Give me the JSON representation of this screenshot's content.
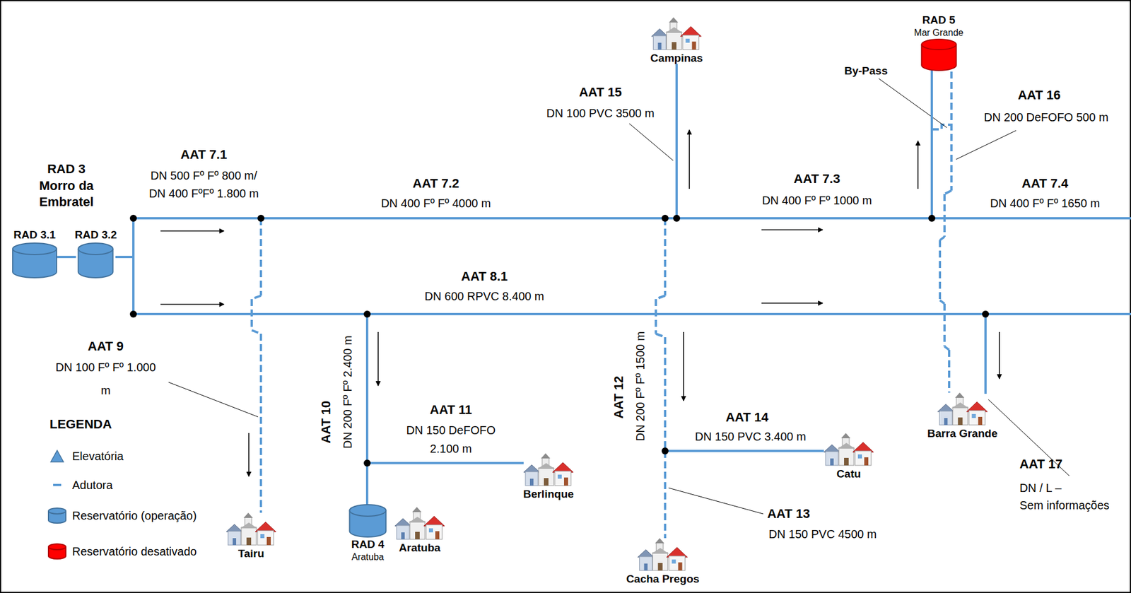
{
  "diagram": {
    "nodes": [
      {
        "text": [
          "RAD 3.1"
        ]
      },
      {
        "text": [
          "RAD 3.2"
        ]
      },
      {
        "text": [
          "Campinas"
        ]
      },
      {
        "text": [
          "RAD 5",
          "Mar Grande"
        ]
      },
      {
        "text": [
          "Tairu"
        ]
      },
      {
        "text": [
          "RAD 4",
          "Aratuba"
        ]
      },
      {
        "text": [
          "Aratuba"
        ]
      },
      {
        "text": [
          "Berlinque"
        ]
      },
      {
        "text": [
          "Catu"
        ]
      },
      {
        "text": [
          "Cacha Pregos"
        ]
      },
      {
        "text": [
          "Barra Grande"
        ]
      }
    ],
    "edges": [
      {
        "from": 0,
        "to": 1,
        "arrow": "none"
      },
      {
        "from": 1,
        "to": 4,
        "arrow": "none"
      },
      {
        "from": 1,
        "to": 2,
        "arrow": "none"
      },
      {
        "from": 1,
        "to": 3,
        "arrow": "none"
      },
      {
        "from": 1,
        "to": 5,
        "arrow": "none"
      },
      {
        "from": 1,
        "to": 7,
        "arrow": "none"
      },
      {
        "from": 1,
        "to": 8,
        "arrow": "none"
      },
      {
        "from": 1,
        "to": 9,
        "arrow": "none"
      },
      {
        "from": 1,
        "to": 10,
        "arrow": "none"
      },
      {
        "from": 3,
        "to": 10,
        "arrow": "none"
      }
    ],
    "labels": [
      "RAD 3 Morro da Embratel",
      "AAT 7.1",
      "DN 500 Fº Fº 800 m/",
      "DN 400 FºFº 1.800 m",
      "AAT 7.2",
      "DN 400 Fº Fº 4000 m",
      "AAT 15",
      "DN 100 PVC 3500 m",
      "AAT 7.3",
      "DN 400 Fº Fº 1000 m",
      "By-Pass",
      "AAT 16",
      "DN 200 DeFOFO 500 m",
      "AAT 7.4",
      "DN 400 Fº Fº 1650 m",
      "AAT 8.1",
      "DN 600 RPVC 8.400 m",
      "AAT 9",
      "DN 100 Fº Fº 1.000 m",
      "LEGENDA",
      "AAT 10",
      "DN 200 Fº Fº 2.400 m",
      "AAT 11",
      "DN 150 DeFOFO 2.100 m",
      "AAT 12",
      "DN 200 Fº Fº 1500 m",
      "AAT 14",
      "DN 150 PVC 3.400 m",
      "AAT 13",
      "DN 150 PVC 4500 m",
      "AAT 17",
      "DN / L –",
      "Sem informações"
    ],
    "legend": [
      {
        "text": "Elevatória"
      },
      {
        "text": "Adutora"
      },
      {
        "text": "Reservatório (operação)",
        "color": "#5b9bd5"
      },
      {
        "text": "Reservatório desativado",
        "color": "#ff0000"
      }
    ]
  }
}
